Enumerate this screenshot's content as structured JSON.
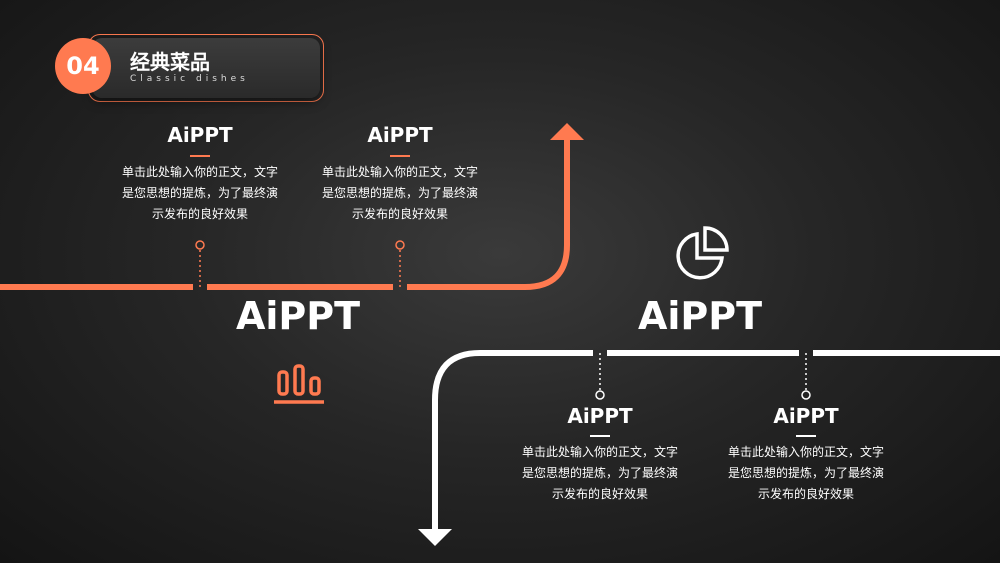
{
  "badge": {
    "number": "04",
    "title": "经典菜品",
    "subtitle": "Classic dishes"
  },
  "colors": {
    "accent": "#ff7a50",
    "white": "#ffffff",
    "background": "#1e1e1e"
  },
  "top_path": {
    "title": "AiPPT",
    "icon": "bar-chart-icon",
    "items": [
      {
        "title": "AiPPT",
        "text": [
          "单击此处输入你的正文，文字",
          "是您思想的提炼，为了最终演",
          "示发布的良好效果"
        ]
      },
      {
        "title": "AiPPT",
        "text": [
          "单击此处输入你的正文，文字",
          "是您思想的提炼，为了最终演",
          "示发布的良好效果"
        ]
      }
    ]
  },
  "bottom_path": {
    "title": "AiPPT",
    "icon": "pie-chart-icon",
    "items": [
      {
        "title": "AiPPT",
        "text": [
          "单击此处输入你的正文，文字",
          "是您思想的提炼，为了最终演",
          "示发布的良好效果"
        ]
      },
      {
        "title": "AiPPT",
        "text": [
          "单击此处输入你的正文，文字",
          "是您思想的提炼，为了最终演",
          "示发布的良好效果"
        ]
      }
    ]
  }
}
